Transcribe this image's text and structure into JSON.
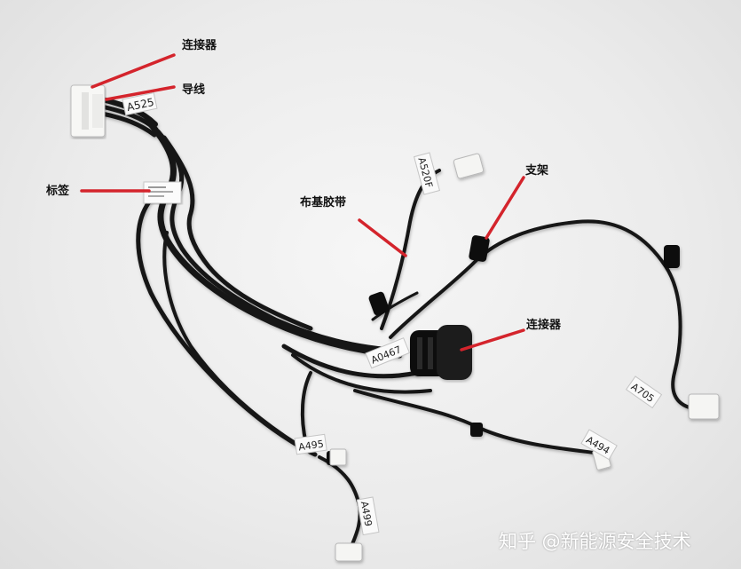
{
  "labels": {
    "connector_top": "连接器",
    "wire": "导线",
    "tag": "标签",
    "cloth_tape": "布基胶带",
    "bracket": "支架",
    "connector_mid": "连接器"
  },
  "tags": {
    "a525": "A525",
    "a520": "A520F",
    "a0467": "A0467",
    "a495": "A495",
    "a499": "A499",
    "a494": "A494",
    "a705": "A705"
  },
  "watermark": "知乎 @新能源安全技术",
  "colors": {
    "annotation_line": "#d4242c",
    "harness": "#141414",
    "background": "#e9e9e9"
  }
}
